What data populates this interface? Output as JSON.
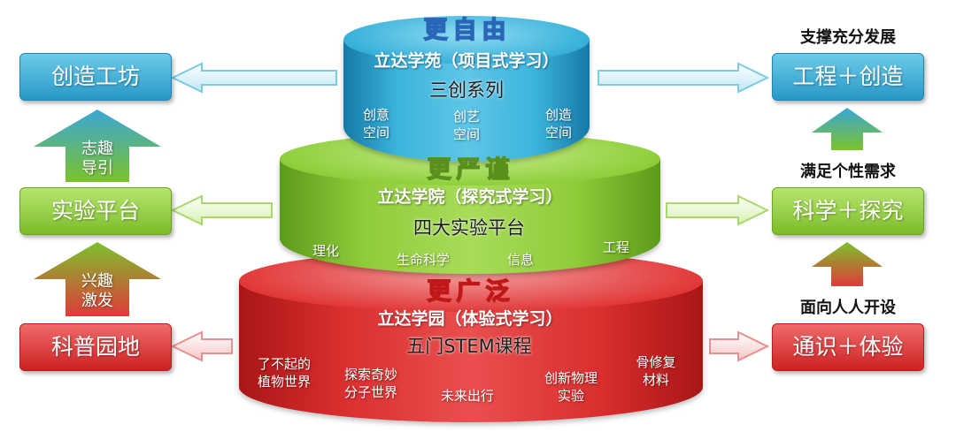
{
  "tiers": {
    "top": {
      "tag": "更自由",
      "title": "立达学苑（项目式学习）",
      "subtitle": "三创系列",
      "items": [
        "创意\n空间",
        "创艺\n空间",
        "创造\n空间"
      ]
    },
    "middle": {
      "tag": "更严谨",
      "title": "立达学院（探究式学习）",
      "subtitle": "四大实验平台",
      "items": [
        "理化",
        "生命科学",
        "信息",
        "工程"
      ]
    },
    "bottom": {
      "tag": "更广泛",
      "title": "立达学园（体验式学习）",
      "subtitle": "五门STEM课程",
      "items": [
        "了不起的\n植物世界",
        "探索奇妙\n分子世界",
        "未来出行",
        "创新物理\n实验",
        "骨修复\n材料"
      ]
    }
  },
  "left": {
    "boxes": [
      "创造工坊",
      "实验平台",
      "科普园地"
    ],
    "up_labels": [
      "志趣\n导引",
      "兴趣\n激发"
    ]
  },
  "right": {
    "boxes": [
      "工程＋创造",
      "科学＋探究",
      "通识＋体验"
    ],
    "captions": [
      "支撑充分发展",
      "满足个性需求",
      "面向人人开设"
    ]
  },
  "colors": {
    "blue": "#38b1da",
    "green": "#8fcf3c",
    "red": "#e23a3a"
  }
}
